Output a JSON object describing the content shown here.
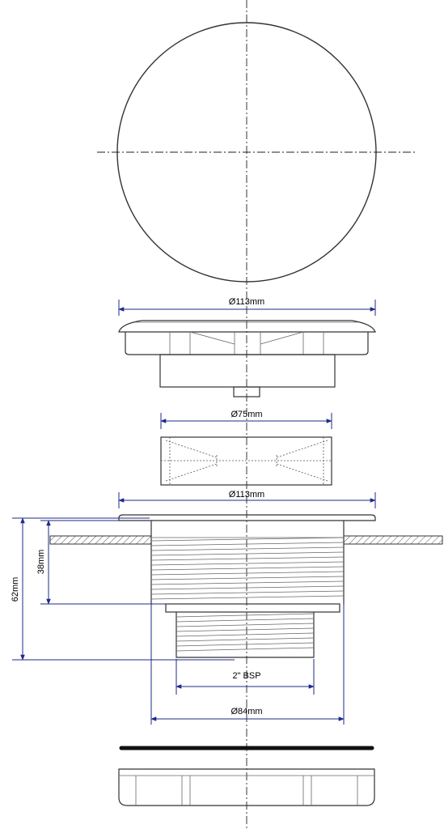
{
  "dimensions": {
    "cap_top_diameter": "Ø113mm",
    "insert_diameter": "Ø75mm",
    "flange_diameter": "Ø113mm",
    "height_total": "62mm",
    "height_body": "38mm",
    "thread": "2\" BSP",
    "body_diameter": "Ø84mm"
  },
  "colors": {
    "dimension_line": "#1f2a8a",
    "outline": "#333333"
  }
}
